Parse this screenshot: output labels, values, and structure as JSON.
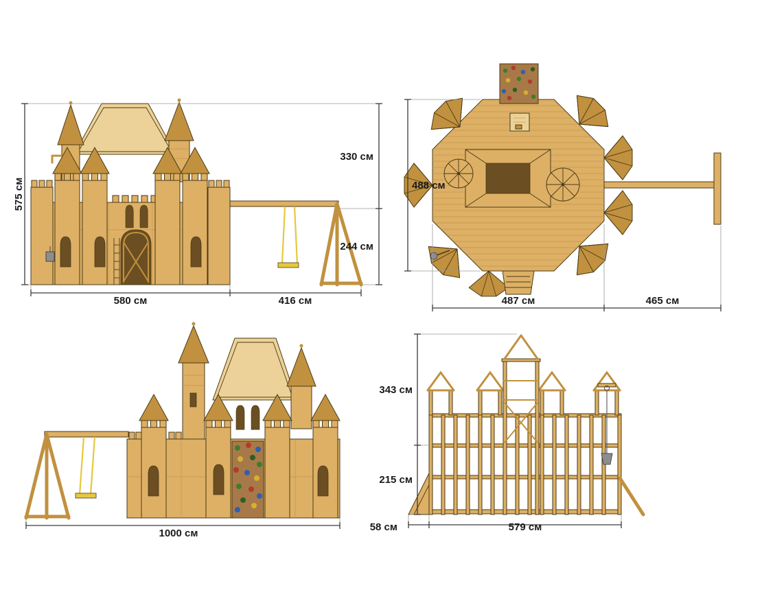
{
  "views": {
    "front": {
      "dim_height_total": "575 см",
      "dim_width_castle": "580 см",
      "dim_width_swing": "416 см",
      "dim_height_upper": "330 см",
      "dim_height_lower": "244 см"
    },
    "plan": {
      "dim_depth": "488 см",
      "dim_width_castle": "487 см",
      "dim_width_swing": "465 см"
    },
    "rear": {
      "dim_width_total": "1000 см"
    },
    "frame": {
      "dim_height_upper": "343 см",
      "dim_height_lower": "215 см",
      "dim_width_slide": "58 см",
      "dim_width_body": "579 см"
    }
  },
  "colors": {
    "bg": "#ffffff",
    "wood": "#ddb066",
    "wood-light": "#ecd298",
    "wood-dark": "#c1913f",
    "opening": "#6b4e22",
    "panel": "#a87948",
    "outline": "#4a3a16",
    "dim": "#3a3a3a",
    "ext": "#9a9a9a",
    "text": "#1b1b1b",
    "rope": "#e6c83e",
    "metal": "#8d8d8d",
    "hold-green": "#3e7d2d",
    "hold-red": "#b23a2e",
    "hold-blue": "#2f5fb2",
    "hold-yellow": "#d7b02f",
    "hold-dkgreen": "#2f5d25"
  }
}
